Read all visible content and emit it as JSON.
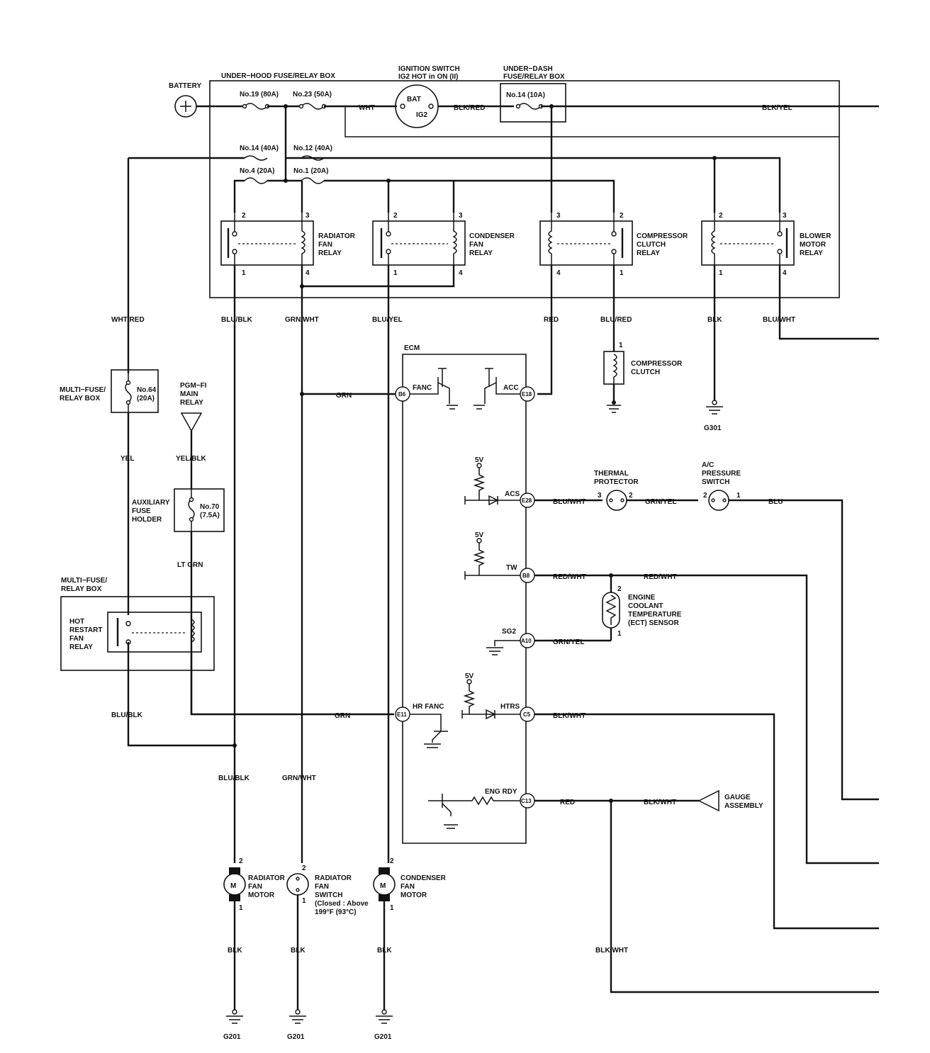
{
  "battery": {
    "label": "BATTERY"
  },
  "underhood_box": {
    "title": "UNDER−HOOD FUSE/RELAY BOX",
    "fuse19": "No.19 (80A)",
    "fuse23": "No.23 (50A)",
    "fuse14": "No.14 (40A)",
    "fuse12": "No.12 (40A)",
    "fuse4": "No.4 (20A)",
    "fuse1": "No.1 (20A)"
  },
  "ignition": {
    "title_line1": "IGNITION SWITCH",
    "title_line2": "IG2 HOT in ON (II)",
    "bat": "BAT",
    "ig2": "IG2"
  },
  "underdash_box": {
    "title_line1": "UNDER−DASH",
    "title_line2": "FUSE/RELAY BOX",
    "fuse14": "No.14 (10A)"
  },
  "wires": {
    "wht": "WHT",
    "blk_red": "BLK/RED",
    "blk_yel": "BLK/YEL",
    "wht_red": "WHT/RED",
    "blu_blk": "BLU/BLK",
    "grn_wht": "GRN/WHT",
    "blu_yel": "BLU/YEL",
    "red": "RED",
    "blu_red": "BLU/RED",
    "blk": "BLK",
    "blu_wht": "BLU/WHT",
    "grn": "GRN",
    "yel": "YEL",
    "yel_blk": "YEL/BLK",
    "lt_grn": "LT GRN",
    "grn_yel": "GRN/YEL",
    "blu": "BLU",
    "red_wht": "RED/WHT",
    "blk_wht": "BLK/WHT"
  },
  "relays": {
    "radiator": {
      "line1": "RADIATOR",
      "line2": "FAN",
      "line3": "RELAY"
    },
    "condenser": {
      "line1": "CONDENSER",
      "line2": "FAN",
      "line3": "RELAY"
    },
    "compressor": {
      "line1": "COMPRESSOR",
      "line2": "CLUTCH",
      "line3": "RELAY"
    },
    "blower": {
      "line1": "BLOWER",
      "line2": "MOTOR",
      "line3": "RELAY"
    },
    "hot_restart": {
      "line1": "HOT",
      "line2": "RESTART",
      "line3": "FAN",
      "line4": "RELAY"
    }
  },
  "pins": {
    "p1": "1",
    "p2": "2",
    "p3": "3",
    "p4": "4"
  },
  "components": {
    "compressor_clutch": {
      "line1": "COMPRESSOR",
      "line2": "CLUTCH"
    },
    "multi_fuse_top": {
      "line1": "MULTI−FUSE/",
      "line2": "RELAY BOX",
      "fuse_line1": "No.64",
      "fuse_line2": "(20A)"
    },
    "pgm_fi": {
      "line1": "PGM−FI",
      "line2": "MAIN",
      "line3": "RELAY"
    },
    "aux_fuse": {
      "line1": "AUXILIARY",
      "line2": "FUSE",
      "line3": "HOLDER",
      "fuse_line1": "No.70",
      "fuse_line2": "(7.5A)"
    },
    "multi_fuse_bottom": {
      "line1": "MULTI−FUSE/",
      "line2": "RELAY BOX"
    },
    "thermal": {
      "line1": "THERMAL",
      "line2": "PROTECTOR"
    },
    "ac_pressure": {
      "line1": "A/C",
      "line2": "PRESSURE",
      "line3": "SWITCH"
    },
    "ect": {
      "line1": "ENGINE",
      "line2": "COOLANT",
      "line3": "TEMPERATURE",
      "line4": "(ECT) SENSOR"
    },
    "gauge": {
      "line1": "GAUGE",
      "line2": "ASSEMBLY"
    },
    "rad_motor": {
      "symbol": "M",
      "line1": "RADIATOR",
      "line2": "FAN",
      "line3": "MOTOR"
    },
    "rad_switch": {
      "line1": "RADIATOR",
      "line2": "FAN",
      "line3": "SWITCH",
      "line4": "(Closed : Above",
      "line5": "199°F (93°C)"
    },
    "cond_motor": {
      "symbol": "M",
      "line1": "CONDENSER",
      "line2": "FAN",
      "line3": "MOTOR"
    }
  },
  "ecm": {
    "title": "ECM",
    "fanc": "FANC",
    "acc": "ACC",
    "acs": "ACS",
    "tw": "TW",
    "sg2": "SG2",
    "hrfanc": "HR FANC",
    "htrs": "HTRS",
    "eng_rdy": "ENG RDY",
    "v5": "5V",
    "b6": "B6",
    "e18": "E18",
    "e28": "E28",
    "b8": "B8",
    "a10": "A10",
    "e11": "E11",
    "c5": "C5",
    "c13": "C13"
  },
  "grounds": {
    "g301": "G301",
    "g201": "G201"
  }
}
